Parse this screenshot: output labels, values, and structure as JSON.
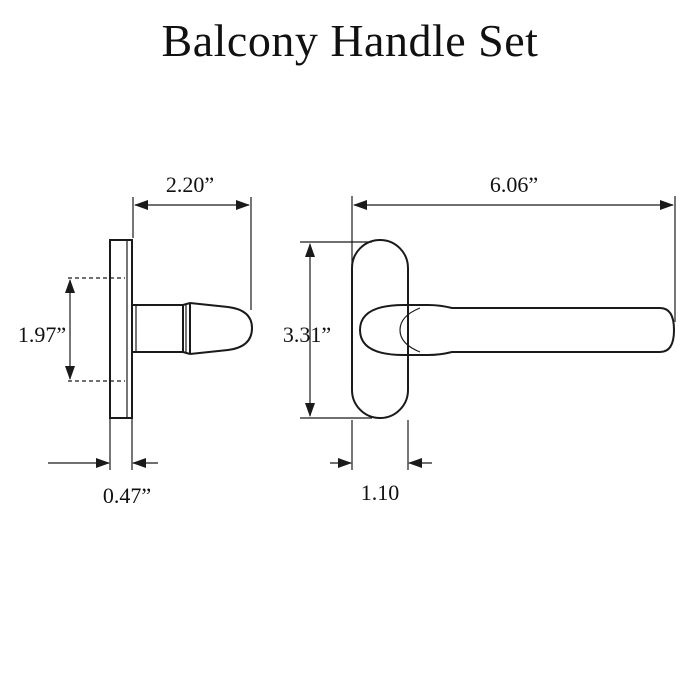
{
  "title": "Balcony Handle Set",
  "side_view": {
    "width_label": "2.20”",
    "height_label": "1.97”",
    "depth_label": "0.47”"
  },
  "front_view": {
    "length_label": "6.06”",
    "height_label": "3.31”",
    "width_label": "1.10"
  }
}
